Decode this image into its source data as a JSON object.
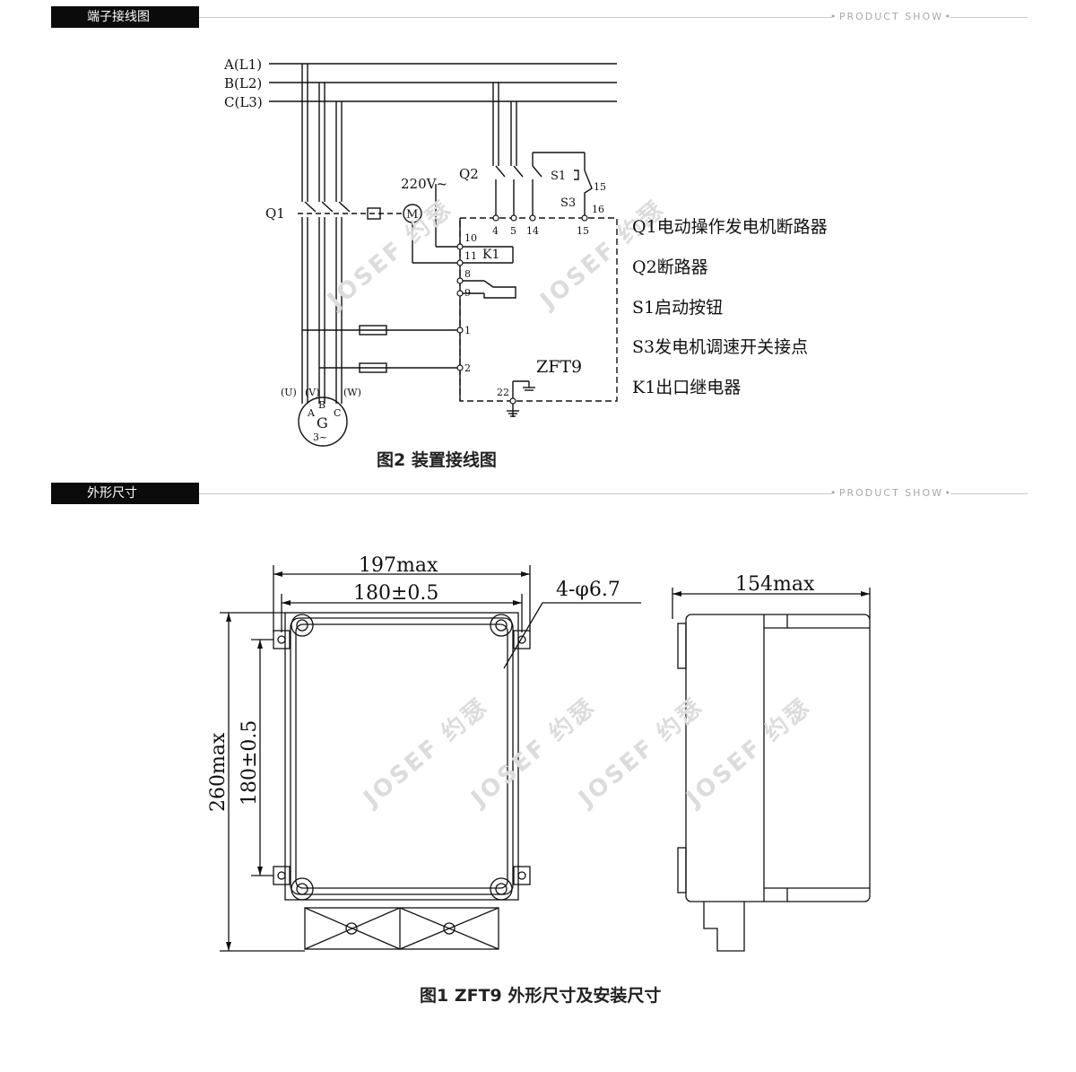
{
  "sections": {
    "wiring": {
      "title": "端子接线图",
      "tag": "PRODUCT SHOW",
      "caption": "图2 装置接线图"
    },
    "dimensions": {
      "title": "外形尺寸",
      "tag": "PRODUCT SHOW",
      "caption": "图1 ZFT9 外形尺寸及安装尺寸"
    }
  },
  "wiring": {
    "lines": [
      "A(L1)",
      "B(L2)",
      "C(L3)"
    ],
    "q1": "Q1",
    "q2": "Q2",
    "motor": "M",
    "voltage": "220V~",
    "s1": "S1",
    "s3": "S3",
    "k1": "K1",
    "device": "ZFT9",
    "terminals": {
      "t4": "4",
      "t5": "5",
      "t14": "14",
      "t15": "15",
      "t15b": "15",
      "t16": "16",
      "t10": "10",
      "t11": "11",
      "t8": "8",
      "t9": "9",
      "t1": "1",
      "t2": "2",
      "t22": "22"
    },
    "gen": {
      "u": "(U)",
      "v": "(V)",
      "w": "(W)",
      "a": "A",
      "b": "B",
      "c": "C",
      "g": "G",
      "phase": "3~"
    },
    "legend": [
      "Q1电动操作发电机断路器",
      "Q2断路器",
      "S1启动按钮",
      "S3发电机调速开关接点",
      "K1出口继电器"
    ]
  },
  "dimensions": {
    "width_max": "197max",
    "width_mount": "180±0.5",
    "holes": "4-φ6.7",
    "height_max": "260max",
    "height_mount": "180±0.5",
    "depth_max": "154max"
  },
  "watermark": "JOSEF 约瑟"
}
